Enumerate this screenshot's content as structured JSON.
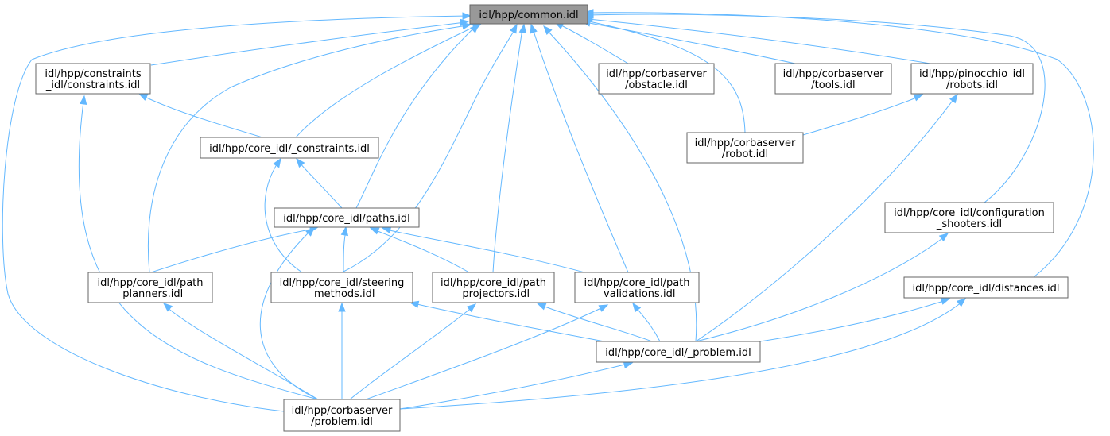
{
  "graph": {
    "nodes": [
      {
        "id": "common",
        "lines": [
          "idl/hpp/common.idl"
        ],
        "root": true
      },
      {
        "id": "constraints",
        "lines": [
          "idl/hpp/constraints",
          "_idl/constraints.idl"
        ]
      },
      {
        "id": "obstacle",
        "lines": [
          "idl/hpp/corbaserver",
          "/obstacle.idl"
        ]
      },
      {
        "id": "tools",
        "lines": [
          "idl/hpp/corbaserver",
          "/tools.idl"
        ]
      },
      {
        "id": "robots",
        "lines": [
          "idl/hpp/pinocchio_idl",
          "/robots.idl"
        ]
      },
      {
        "id": "core_constraints",
        "lines": [
          "idl/hpp/core_idl/_constraints.idl"
        ]
      },
      {
        "id": "robot",
        "lines": [
          "idl/hpp/corbaserver",
          "/robot.idl"
        ]
      },
      {
        "id": "paths",
        "lines": [
          "idl/hpp/core_idl/paths.idl"
        ]
      },
      {
        "id": "config_shooters",
        "lines": [
          "idl/hpp/core_idl/configuration",
          "_shooters.idl"
        ]
      },
      {
        "id": "path_planners",
        "lines": [
          "idl/hpp/core_idl/path",
          "_planners.idl"
        ]
      },
      {
        "id": "steering",
        "lines": [
          "idl/hpp/core_idl/steering",
          "_methods.idl"
        ]
      },
      {
        "id": "path_projectors",
        "lines": [
          "idl/hpp/core_idl/path",
          "_projectors.idl"
        ]
      },
      {
        "id": "path_validations",
        "lines": [
          "idl/hpp/core_idl/path",
          "_validations.idl"
        ]
      },
      {
        "id": "distances",
        "lines": [
          "idl/hpp/core_idl/distances.idl"
        ]
      },
      {
        "id": "core_problem",
        "lines": [
          "idl/hpp/core_idl/_problem.idl"
        ]
      },
      {
        "id": "problem",
        "lines": [
          "idl/hpp/corbaserver",
          "/problem.idl"
        ]
      }
    ],
    "edges": [
      {
        "from": "constraints",
        "to": "common"
      },
      {
        "from": "obstacle",
        "to": "common"
      },
      {
        "from": "tools",
        "to": "common"
      },
      {
        "from": "robots",
        "to": "common"
      },
      {
        "from": "core_constraints",
        "to": "common"
      },
      {
        "from": "robot",
        "to": "common"
      },
      {
        "from": "paths",
        "to": "common"
      },
      {
        "from": "config_shooters",
        "to": "common"
      },
      {
        "from": "path_planners",
        "to": "common"
      },
      {
        "from": "steering",
        "to": "common"
      },
      {
        "from": "path_projectors",
        "to": "common"
      },
      {
        "from": "path_validations",
        "to": "common"
      },
      {
        "from": "distances",
        "to": "common"
      },
      {
        "from": "core_problem",
        "to": "common"
      },
      {
        "from": "problem",
        "to": "common"
      },
      {
        "from": "core_constraints",
        "to": "constraints"
      },
      {
        "from": "problem",
        "to": "constraints"
      },
      {
        "from": "robot",
        "to": "robots"
      },
      {
        "from": "core_problem",
        "to": "robots"
      },
      {
        "from": "paths",
        "to": "core_constraints"
      },
      {
        "from": "steering",
        "to": "core_constraints"
      },
      {
        "from": "path_planners",
        "to": "paths"
      },
      {
        "from": "steering",
        "to": "paths"
      },
      {
        "from": "path_projectors",
        "to": "paths"
      },
      {
        "from": "path_validations",
        "to": "paths"
      },
      {
        "from": "problem",
        "to": "paths"
      },
      {
        "from": "core_problem",
        "to": "config_shooters"
      },
      {
        "from": "problem",
        "to": "path_planners"
      },
      {
        "from": "core_problem",
        "to": "steering"
      },
      {
        "from": "problem",
        "to": "steering"
      },
      {
        "from": "core_problem",
        "to": "path_projectors"
      },
      {
        "from": "problem",
        "to": "path_projectors"
      },
      {
        "from": "core_problem",
        "to": "path_validations"
      },
      {
        "from": "problem",
        "to": "path_validations"
      },
      {
        "from": "core_problem",
        "to": "distances"
      },
      {
        "from": "problem",
        "to": "distances"
      },
      {
        "from": "problem",
        "to": "core_problem"
      }
    ]
  },
  "colors": {
    "edge": "#63b8ff",
    "node_border": "#666666",
    "node_fill": "#ffffff",
    "root_fill": "#999999"
  }
}
